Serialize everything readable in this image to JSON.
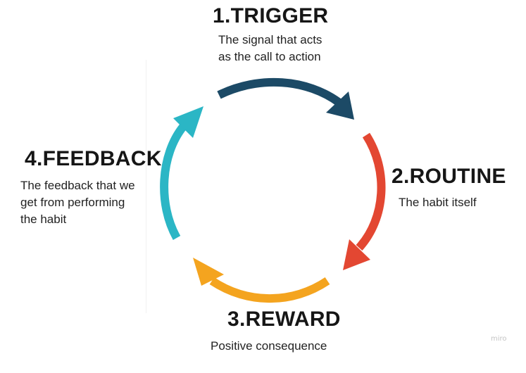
{
  "stages": [
    {
      "title": "1.TRIGGER",
      "description": "The signal that acts\nas the call to action",
      "color": "#1c4a66"
    },
    {
      "title": "2.ROUTINE",
      "description": "The habit itself",
      "color": "#e34732"
    },
    {
      "title": "3.REWARD",
      "description": "Positive consequence",
      "color": "#f4a41f"
    },
    {
      "title": "4.FEEDBACK",
      "description": "The feedback that we\nget from performing\nthe habit",
      "color": "#2bb6c5"
    }
  ],
  "watermark": "miro"
}
